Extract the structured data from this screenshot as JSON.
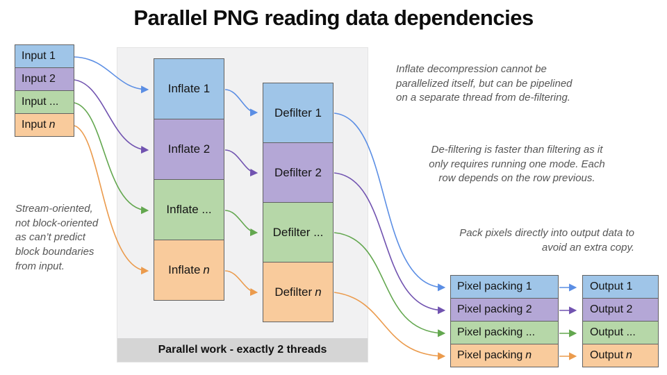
{
  "title": "Parallel PNG reading data dependencies",
  "streams": [
    {
      "name": "stream-1",
      "fill": "#9fc5e8",
      "arrow": "#5b8ee4"
    },
    {
      "name": "stream-2",
      "fill": "#b4a7d6",
      "arrow": "#7153b0"
    },
    {
      "name": "stream-ellipsis",
      "fill": "#b6d7a8",
      "arrow": "#63a74f"
    },
    {
      "name": "stream-n",
      "fill": "#f9cb9c",
      "arrow": "#eb9b4d"
    }
  ],
  "inputs": [
    {
      "label": "Input 1"
    },
    {
      "label": "Input 2"
    },
    {
      "label": "Input ..."
    },
    {
      "label_prefix": "Input",
      "label_var": "n"
    }
  ],
  "inflates": [
    {
      "label": "Inflate 1"
    },
    {
      "label": "Inflate 2"
    },
    {
      "label": "Inflate ..."
    },
    {
      "label_prefix": "Inflate",
      "label_var": "n"
    }
  ],
  "defilters": [
    {
      "label": "Defilter 1"
    },
    {
      "label": "Defilter 2"
    },
    {
      "label": "Defilter ..."
    },
    {
      "label_prefix": "Defilter",
      "label_var": "n"
    }
  ],
  "pixel_packing": [
    {
      "label": "Pixel packing 1"
    },
    {
      "label": "Pixel packing 2"
    },
    {
      "label": "Pixel packing ..."
    },
    {
      "label_prefix": "Pixel packing",
      "label_var": "n"
    }
  ],
  "outputs": [
    {
      "label": "Output 1"
    },
    {
      "label": "Output 2"
    },
    {
      "label": "Output ..."
    },
    {
      "label_prefix": "Output",
      "label_var": "n"
    }
  ],
  "panel": {
    "footer_label": "Parallel work - exactly 2 threads"
  },
  "annotations": {
    "inflate_note": "Inflate decompression cannot be\nparallelized itself, but can be pipelined\non a separate thread from de-filtering.",
    "defilter_note": "De-filtering is faster than filtering as it\nonly requires running one mode. Each\nrow depends on the row previous.",
    "pack_note": "Pack pixels directly into output data to\navoid an extra copy.",
    "stream_note": "Stream-oriented,\nnot block-oriented\nas can’t predict\nblock boundaries\nfrom input."
  }
}
